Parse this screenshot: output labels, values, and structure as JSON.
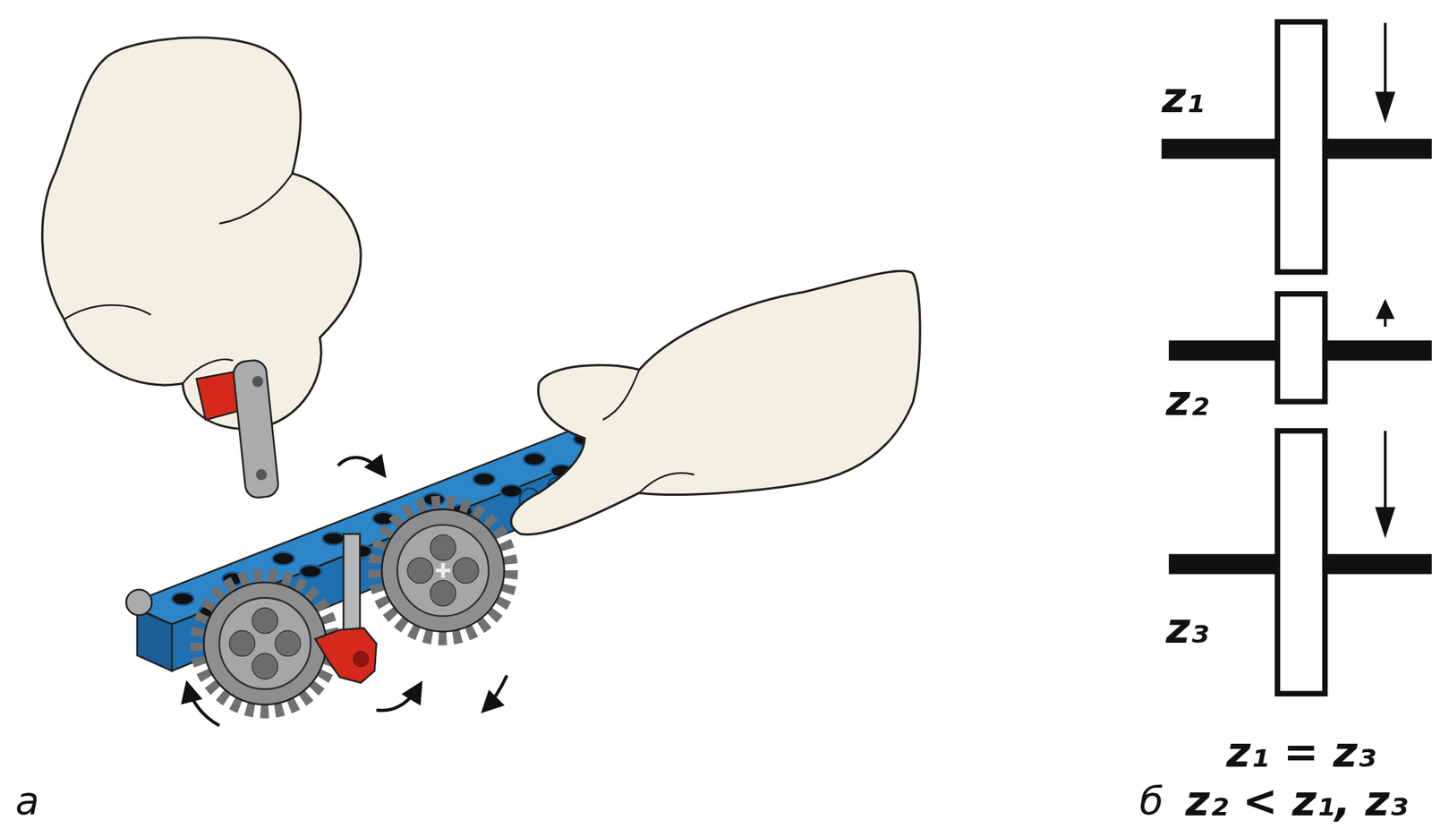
{
  "diagram": {
    "labels": [
      "z₁",
      "z₂",
      "z₃",
      "z₁ = z₃",
      "z₂ < z₁, z₃",
      "а",
      "б"
    ]
  }
}
